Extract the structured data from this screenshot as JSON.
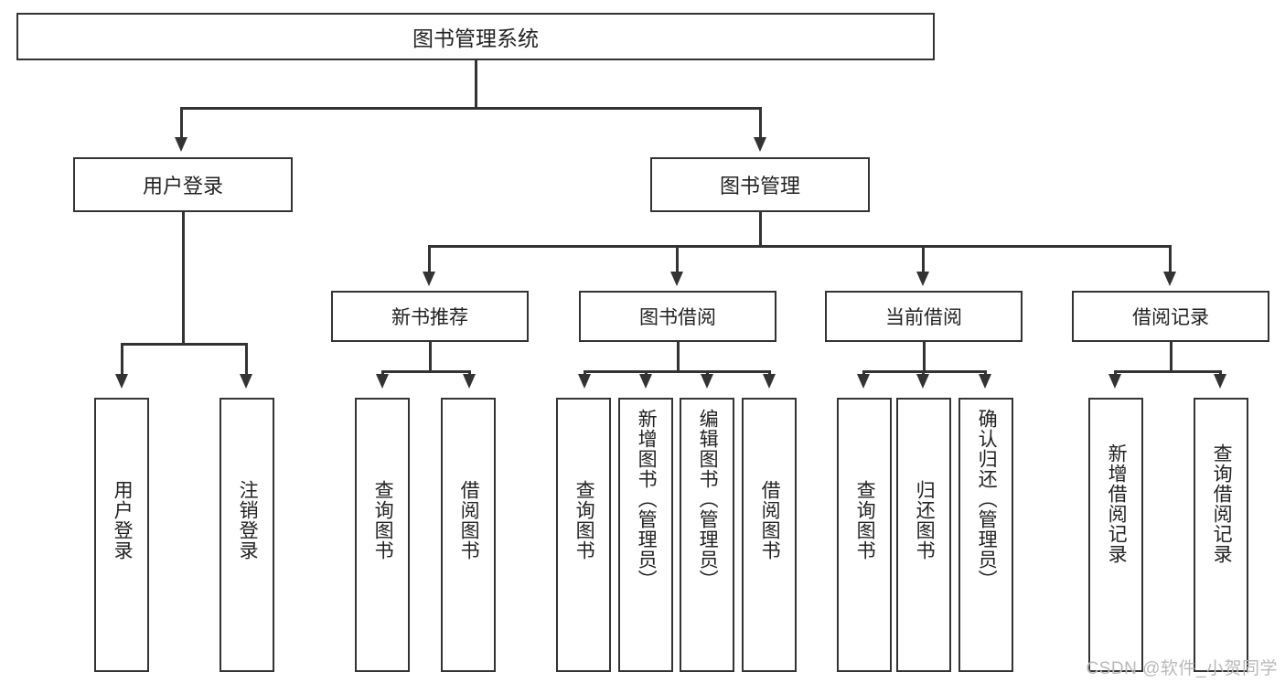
{
  "diagram": {
    "title": "图书管理系统",
    "type": "hierarchy-tree",
    "root": {
      "label": "图书管理系统"
    },
    "level1": [
      {
        "label": "用户登录"
      },
      {
        "label": "图书管理"
      }
    ],
    "level2": [
      {
        "label": "新书推荐"
      },
      {
        "label": "图书借阅"
      },
      {
        "label": "当前借阅"
      },
      {
        "label": "借阅记录"
      }
    ],
    "leaves": {
      "user_login": [
        {
          "label": "用户登录"
        },
        {
          "label": "注销登录"
        }
      ],
      "new_book_recommend": [
        {
          "label": "查询图书"
        },
        {
          "label": "借阅图书"
        }
      ],
      "book_borrow": [
        {
          "label": "查询图书"
        },
        {
          "label": "新增图书（管理员）"
        },
        {
          "label": "编辑图书（管理员）"
        },
        {
          "label": "借阅图书"
        }
      ],
      "current_borrow": [
        {
          "label": "查询图书"
        },
        {
          "label": "归还图书"
        },
        {
          "label": "确认归还（管理员）"
        }
      ],
      "borrow_record": [
        {
          "label": "新增借阅记录"
        },
        {
          "label": "查询借阅记录"
        }
      ]
    }
  },
  "watermark": {
    "text": "CSDN @软件_小贺同学"
  },
  "colors": {
    "border": "#333333",
    "text": "#222222",
    "background": "#ffffff",
    "watermark": "#b9b9b9"
  }
}
